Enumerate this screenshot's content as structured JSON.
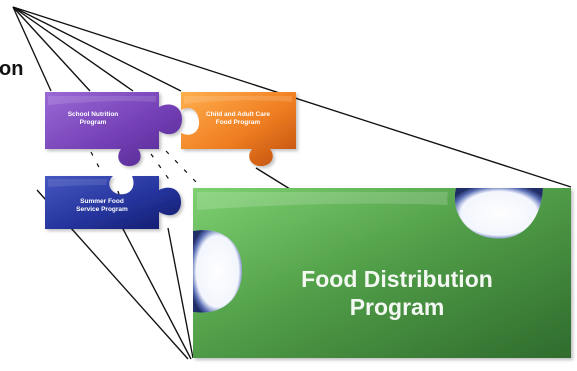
{
  "heading_fragment": "on",
  "pieces": {
    "school_nutrition": {
      "lines": [
        "School Nutrition",
        "Program"
      ],
      "color": "#7a45b8"
    },
    "child_adult_care": {
      "lines": [
        "Child and Adult Care",
        "Food Program"
      ],
      "color": "#ef7a1f"
    },
    "summer_food": {
      "lines": [
        "Summer Food",
        "Service Program"
      ],
      "color": "#23309b"
    },
    "food_distribution": {
      "lines": [
        "Food Distribution",
        "Program"
      ],
      "color": "#4f9f47"
    }
  }
}
